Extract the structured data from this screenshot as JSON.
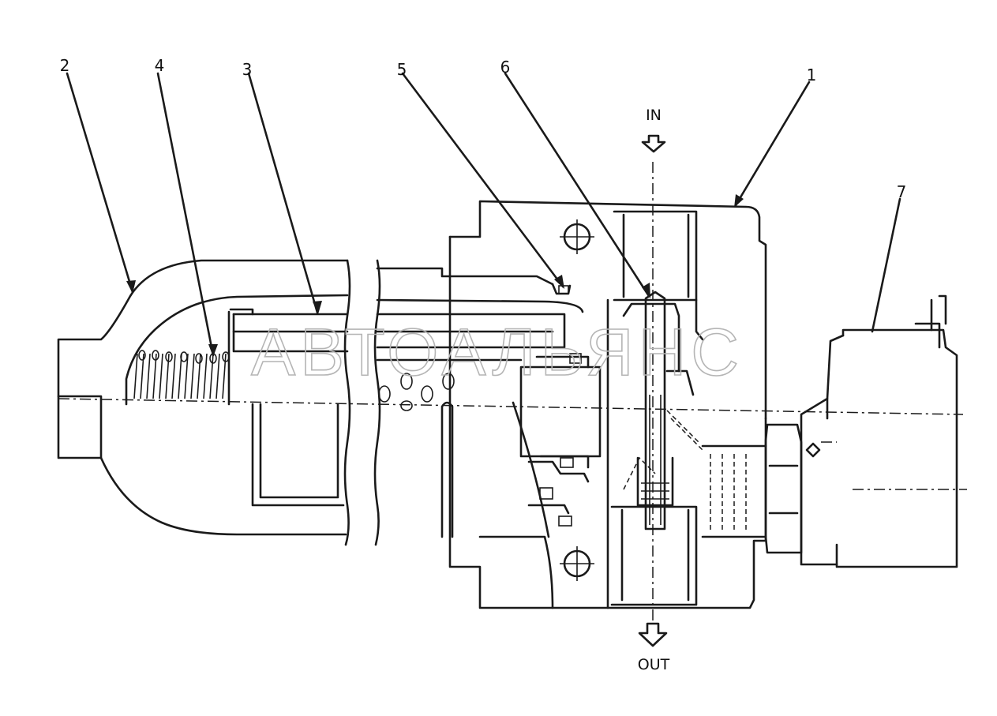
{
  "diagram": {
    "callouts": [
      {
        "id": "callout-2",
        "label": "2"
      },
      {
        "id": "callout-4",
        "label": "4"
      },
      {
        "id": "callout-3",
        "label": "3"
      },
      {
        "id": "callout-5",
        "label": "5"
      },
      {
        "id": "callout-6",
        "label": "6"
      },
      {
        "id": "callout-1",
        "label": "1"
      },
      {
        "id": "callout-7",
        "label": "7"
      }
    ],
    "flow": {
      "in_label": "IN",
      "out_label": "OUT"
    },
    "watermark": "АВТОАЛЬЯНС"
  }
}
